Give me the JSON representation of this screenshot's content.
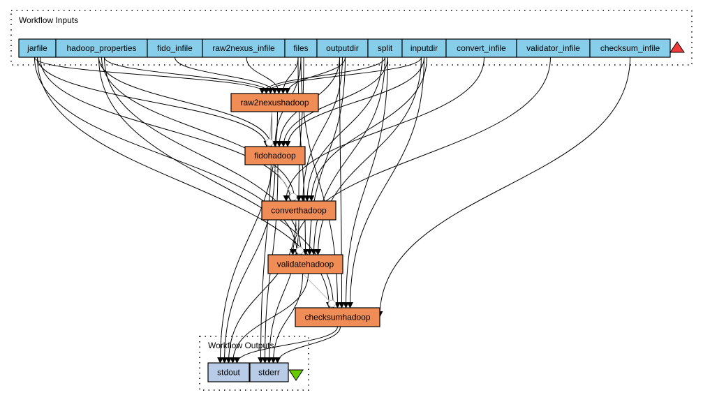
{
  "inputs_group": {
    "title": "Workflow Inputs",
    "ports": [
      "jarfile",
      "hadoop_properties",
      "fido_infile",
      "raw2nexus_infile",
      "files",
      "outputdir",
      "split",
      "inputdir",
      "convert_infile",
      "validator_infile",
      "checksum_infile"
    ]
  },
  "processors": [
    "raw2nexushadoop",
    "fidohadoop",
    "converthadoop",
    "validatehadoop",
    "checksumhadoop"
  ],
  "outputs_group": {
    "title": "Workflow Outputs",
    "ports": [
      "stdout",
      "stderr"
    ]
  },
  "colors": {
    "input_port": "#87ceeb",
    "processor": "#f08c55",
    "output_port": "#b8cce8",
    "inputs_triangle": "#ef3b3b",
    "outputs_triangle": "#66cc00"
  },
  "links": [
    [
      "jarfile",
      "raw2nexushadoop"
    ],
    [
      "jarfile",
      "fidohadoop"
    ],
    [
      "jarfile",
      "converthadoop"
    ],
    [
      "jarfile",
      "validatehadoop"
    ],
    [
      "jarfile",
      "checksumhadoop"
    ],
    [
      "hadoop_properties",
      "raw2nexushadoop"
    ],
    [
      "hadoop_properties",
      "fidohadoop"
    ],
    [
      "hadoop_properties",
      "converthadoop"
    ],
    [
      "hadoop_properties",
      "validatehadoop"
    ],
    [
      "hadoop_properties",
      "checksumhadoop"
    ],
    [
      "fido_infile",
      "raw2nexushadoop"
    ],
    [
      "raw2nexus_infile",
      "raw2nexushadoop"
    ],
    [
      "files",
      "raw2nexushadoop"
    ],
    [
      "files",
      "fidohadoop"
    ],
    [
      "files",
      "converthadoop"
    ],
    [
      "files",
      "validatehadoop"
    ],
    [
      "files",
      "checksumhadoop"
    ],
    [
      "outputdir",
      "raw2nexushadoop"
    ],
    [
      "outputdir",
      "fidohadoop"
    ],
    [
      "outputdir",
      "converthadoop"
    ],
    [
      "outputdir",
      "validatehadoop"
    ],
    [
      "outputdir",
      "checksumhadoop"
    ],
    [
      "split",
      "raw2nexushadoop"
    ],
    [
      "split",
      "fidohadoop"
    ],
    [
      "split",
      "converthadoop"
    ],
    [
      "split",
      "validatehadoop"
    ],
    [
      "split",
      "checksumhadoop"
    ],
    [
      "inputdir",
      "raw2nexushadoop"
    ],
    [
      "inputdir",
      "fidohadoop"
    ],
    [
      "inputdir",
      "converthadoop"
    ],
    [
      "inputdir",
      "validatehadoop"
    ],
    [
      "inputdir",
      "checksumhadoop"
    ],
    [
      "convert_infile",
      "converthadoop"
    ],
    [
      "validator_infile",
      "validatehadoop"
    ],
    [
      "checksum_infile",
      "checksumhadoop"
    ],
    [
      "raw2nexushadoop",
      "stdout"
    ],
    [
      "raw2nexushadoop",
      "stderr"
    ],
    [
      "fidohadoop",
      "stdout"
    ],
    [
      "fidohadoop",
      "stderr"
    ],
    [
      "converthadoop",
      "stdout"
    ],
    [
      "converthadoop",
      "stderr"
    ],
    [
      "validatehadoop",
      "stdout"
    ],
    [
      "validatehadoop",
      "stderr"
    ],
    [
      "checksumhadoop",
      "stdout"
    ],
    [
      "checksumhadoop",
      "stderr"
    ]
  ],
  "control_links": [
    [
      "raw2nexushadoop",
      "fidohadoop"
    ],
    [
      "fidohadoop",
      "converthadoop"
    ],
    [
      "converthadoop",
      "validatehadoop"
    ],
    [
      "validatehadoop",
      "checksumhadoop"
    ]
  ]
}
